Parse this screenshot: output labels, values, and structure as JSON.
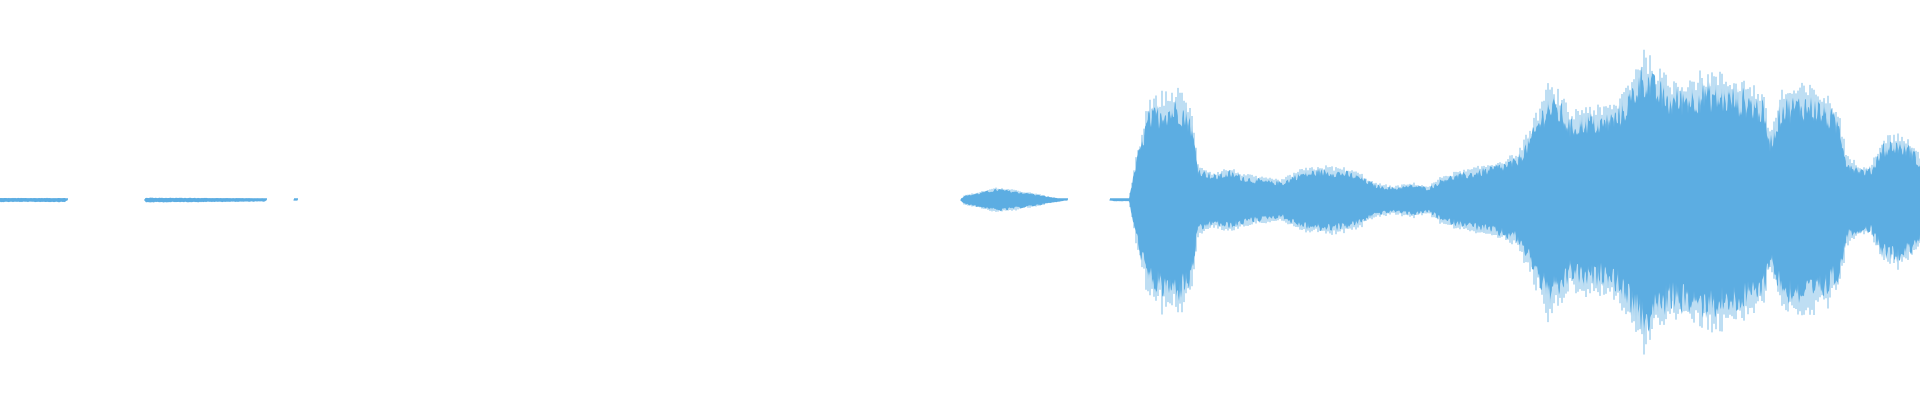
{
  "waveform": {
    "color": "#5dade2",
    "background": "#ffffff",
    "duration_fraction_note": "",
    "envelope": [
      [
        0.0,
        0.01
      ],
      [
        0.034,
        0.01
      ],
      [
        0.035,
        0.0
      ],
      [
        0.075,
        0.0
      ],
      [
        0.076,
        0.012
      ],
      [
        0.11,
        0.01
      ],
      [
        0.138,
        0.008
      ],
      [
        0.139,
        0.0
      ],
      [
        0.153,
        0.0
      ],
      [
        0.154,
        0.004
      ],
      [
        0.155,
        0.0
      ],
      [
        0.5,
        0.0
      ],
      [
        0.502,
        0.02
      ],
      [
        0.52,
        0.055
      ],
      [
        0.535,
        0.035
      ],
      [
        0.553,
        0.006
      ],
      [
        0.556,
        0.0
      ],
      [
        0.578,
        0.0
      ],
      [
        0.58,
        0.006
      ],
      [
        0.588,
        0.006
      ],
      [
        0.592,
        0.2
      ],
      [
        0.598,
        0.42
      ],
      [
        0.606,
        0.47
      ],
      [
        0.614,
        0.48
      ],
      [
        0.62,
        0.42
      ],
      [
        0.624,
        0.16
      ],
      [
        0.632,
        0.12
      ],
      [
        0.64,
        0.14
      ],
      [
        0.65,
        0.11
      ],
      [
        0.66,
        0.095
      ],
      [
        0.668,
        0.09
      ],
      [
        0.676,
        0.13
      ],
      [
        0.688,
        0.15
      ],
      [
        0.7,
        0.14
      ],
      [
        0.708,
        0.12
      ],
      [
        0.716,
        0.075
      ],
      [
        0.726,
        0.06
      ],
      [
        0.736,
        0.075
      ],
      [
        0.744,
        0.06
      ],
      [
        0.752,
        0.11
      ],
      [
        0.768,
        0.14
      ],
      [
        0.78,
        0.17
      ],
      [
        0.79,
        0.2
      ],
      [
        0.798,
        0.33
      ],
      [
        0.806,
        0.5
      ],
      [
        0.812,
        0.47
      ],
      [
        0.818,
        0.38
      ],
      [
        0.826,
        0.42
      ],
      [
        0.834,
        0.4
      ],
      [
        0.842,
        0.43
      ],
      [
        0.85,
        0.55
      ],
      [
        0.856,
        0.66
      ],
      [
        0.862,
        0.58
      ],
      [
        0.87,
        0.52
      ],
      [
        0.88,
        0.54
      ],
      [
        0.89,
        0.56
      ],
      [
        0.9,
        0.54
      ],
      [
        0.91,
        0.52
      ],
      [
        0.918,
        0.47
      ],
      [
        0.922,
        0.3
      ],
      [
        0.928,
        0.48
      ],
      [
        0.94,
        0.5
      ],
      [
        0.95,
        0.47
      ],
      [
        0.958,
        0.38
      ],
      [
        0.962,
        0.19
      ],
      [
        0.97,
        0.15
      ],
      [
        0.975,
        0.16
      ],
      [
        0.98,
        0.27
      ],
      [
        0.988,
        0.29
      ],
      [
        0.995,
        0.26
      ],
      [
        1.0,
        0.19
      ]
    ]
  }
}
